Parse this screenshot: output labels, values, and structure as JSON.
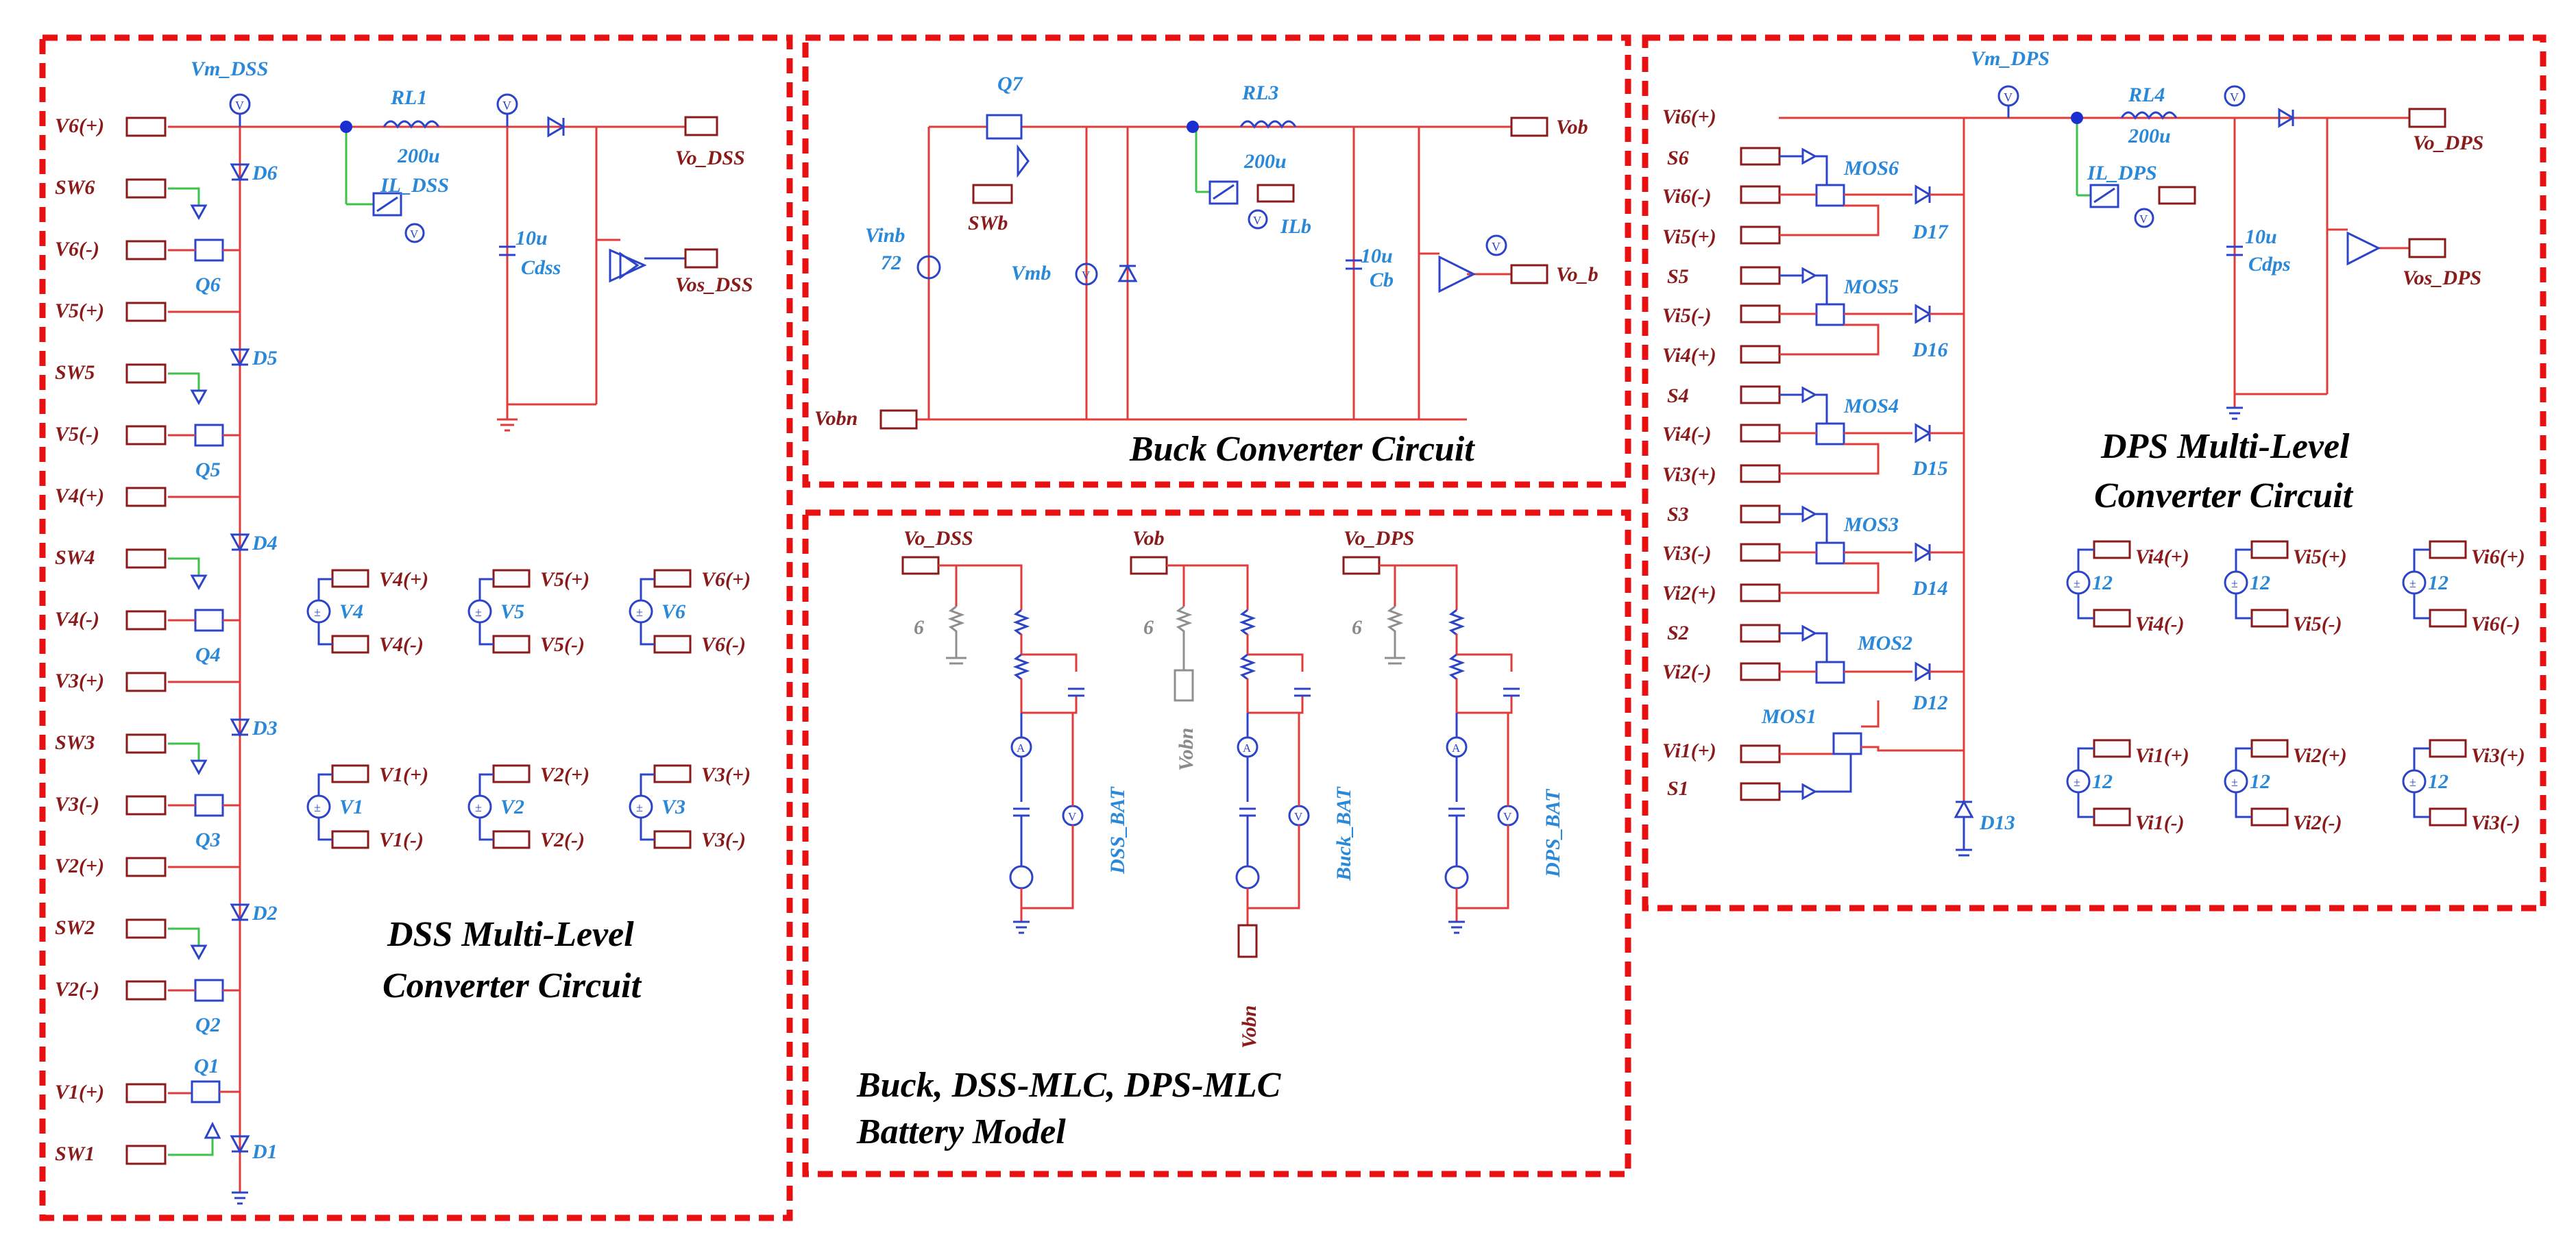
{
  "panels": {
    "dss": {
      "title_line1": "DSS Multi-Level",
      "title_line2": "Converter Circuit",
      "vm_meter": "Vm_DSS",
      "inductor": "RL1",
      "inductor_value": "200u",
      "current_sensor": "IL_DSS",
      "capacitor_value": "10u",
      "capacitor": "Cdss",
      "out_port": "Vo_DSS",
      "out_sense_port": "Vos_DSS",
      "left_ports": [
        "V6(+)",
        "SW6",
        "V6(-)",
        "V5(+)",
        "SW5",
        "V5(-)",
        "V4(+)",
        "SW4",
        "V4(-)",
        "V3(+)",
        "SW3",
        "V3(-)",
        "V2(+)",
        "SW2",
        "V2(-)",
        "V1(+)",
        "SW1"
      ],
      "diodes": [
        "D6",
        "D5",
        "D4",
        "D3",
        "D2",
        "D1"
      ],
      "switches": [
        "Q6",
        "Q5",
        "Q4",
        "Q3",
        "Q2",
        "Q1"
      ],
      "sources": [
        {
          "name": "V4",
          "plus": "V4(+)",
          "minus": "V4(-)"
        },
        {
          "name": "V5",
          "plus": "V5(+)",
          "minus": "V5(-)"
        },
        {
          "name": "V6",
          "plus": "V6(+)",
          "minus": "V6(-)"
        },
        {
          "name": "V1",
          "plus": "V1(+)",
          "minus": "V1(-)"
        },
        {
          "name": "V2",
          "plus": "V2(+)",
          "minus": "V2(-)"
        },
        {
          "name": "V3",
          "plus": "V3(+)",
          "minus": "V3(-)"
        }
      ]
    },
    "buck": {
      "title": "Buck Converter Circuit",
      "switch": "Q7",
      "switch_gate": "SWb",
      "inductor": "RL3",
      "inductor_value": "200u",
      "current_sensor": "ILb",
      "input_source": "Vinb",
      "input_value": "72",
      "vm_meter": "Vmb",
      "capacitor_value": "10u",
      "capacitor": "Cb",
      "out_port": "Vob",
      "out_sense_port": "Vo_b",
      "neg_port": "Vobn"
    },
    "battery": {
      "title_line1": "Buck, DSS-MLC, DPS-MLC",
      "title_line2": "Battery Model",
      "models": [
        {
          "input": "Vo_DSS",
          "resistor": "6",
          "label": "DSS_BAT"
        },
        {
          "input": "Vob",
          "resistor": "6",
          "label": "Buck_BAT",
          "neg": "Vobn",
          "bottom": "Vobn"
        },
        {
          "input": "Vo_DPS",
          "resistor": "6",
          "label": "DPS_BAT"
        }
      ]
    },
    "dps": {
      "title_line1": "DPS Multi-Level",
      "title_line2": "Converter Circuit",
      "vm_meter": "Vm_DPS",
      "inductor": "RL4",
      "inductor_value": "200u",
      "current_sensor": "IL_DPS",
      "capacitor_value": "10u",
      "capacitor": "Cdps",
      "out_port": "Vo_DPS",
      "out_sense_port": "Vos_DPS",
      "left_ports": [
        "Vi6(+)",
        "Vi6(-)",
        "Vi5(+)",
        "Vi5(-)",
        "Vi4(+)",
        "Vi4(-)",
        "Vi3(+)",
        "Vi3(-)",
        "Vi2(+)",
        "Vi2(-)",
        "Vi1(+)"
      ],
      "gate_labels": [
        "S6",
        "S5",
        "S4",
        "S3",
        "S2",
        "S1"
      ],
      "mosfets": [
        "MOS6",
        "MOS5",
        "MOS4",
        "MOS3",
        "MOS2",
        "MOS1"
      ],
      "diodes": [
        "D17",
        "D16",
        "D15",
        "D14",
        "D12",
        "D13"
      ],
      "sources": [
        {
          "value": "12",
          "plus": "Vi4(+)",
          "minus": "Vi4(-)"
        },
        {
          "value": "12",
          "plus": "Vi5(+)",
          "minus": "Vi5(-)"
        },
        {
          "value": "12",
          "plus": "Vi6(+)",
          "minus": "Vi6(-)"
        },
        {
          "value": "12",
          "plus": "Vi1(+)",
          "minus": "Vi1(-)"
        },
        {
          "value": "12",
          "plus": "Vi2(+)",
          "minus": "Vi2(-)"
        },
        {
          "value": "12",
          "plus": "Vi3(+)",
          "minus": "Vi3(-)"
        }
      ]
    }
  },
  "meter_glyph": "V",
  "ammeter_glyph": "A",
  "colors": {
    "port_text": "#8b1a1a",
    "component_text": "#2a88d8",
    "wire": "#e23b3b",
    "component": "#2b44c8",
    "gate_wire": "#3cc24a",
    "frame": "#e81010"
  }
}
